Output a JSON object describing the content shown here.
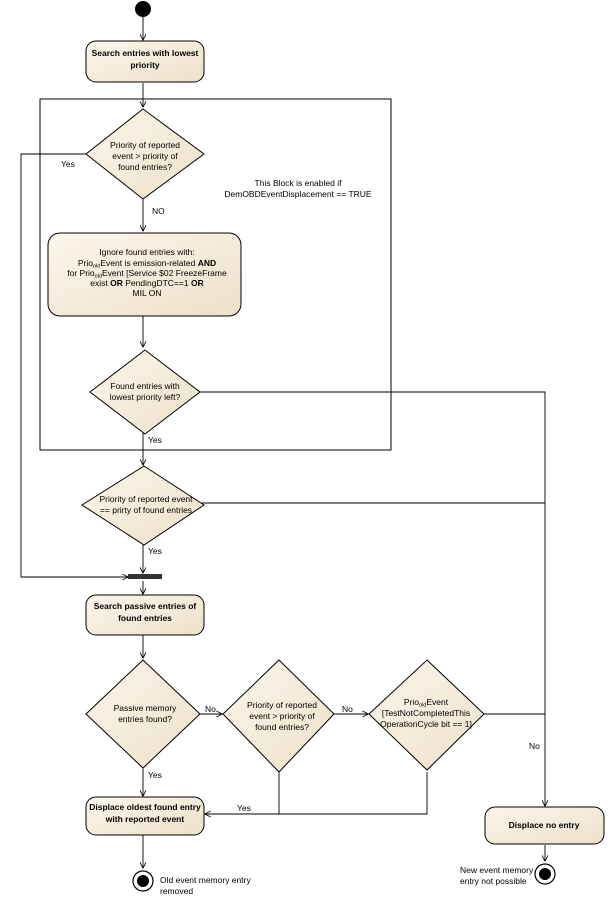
{
  "colors": {
    "node_fill_light": "#fbf6ec",
    "node_fill_dark": "#ede0c8",
    "stroke": "#000000",
    "bar": "#333333"
  },
  "nodes": {
    "search_lowest": [
      "Search entries with lowest",
      "priority"
    ],
    "dec_priority_gt": [
      "Priority of reported",
      "event > priority of",
      "found entries?"
    ],
    "block_note": [
      "This Block is enabled if",
      "DemOBDEventDisplacement == TRUE"
    ],
    "ignore_found": {
      "line1": "Ignore found entries with:",
      "line2_prefix": "Prio",
      "line2_sub": "old",
      "line2_rest": "Event is emission-related",
      "line2_bold": "AND",
      "line3_prefix": "for Prio",
      "line3_sub": "old",
      "line3_rest": "Event [Service $02 FreezeFrame",
      "line4_a": "exist",
      "line4_b": "OR",
      "line4_c": "PendingDTC==1",
      "line4_d": "OR",
      "line5": "MIL ON"
    },
    "dec_found_left": [
      "Found entries with",
      "lowest priority left?"
    ],
    "dec_priority_eq": [
      "Priority of reported event",
      "== prirty of found entries"
    ],
    "search_passive": [
      "Search passive entries of",
      "found entries"
    ],
    "dec_passive_found": [
      "Passive memory",
      "entries found?"
    ],
    "dec_priority_gt2": [
      "Priority of reported",
      "event > priority of",
      "found entries?"
    ],
    "dec_test_not_completed": {
      "line1_prefix": "Prio",
      "line1_sub": "old",
      "line1_rest": "Event",
      "line2": "[TestNotCompletedThis",
      "line3": "OperationCycle bit == 1]"
    },
    "displace_oldest": [
      "Displace oldest found entry",
      "with reported event"
    ],
    "displace_no": [
      "Displace no entry"
    ]
  },
  "edge_labels": {
    "yes_top_left": "Yes",
    "no_1": "NO",
    "yes_found_left": "Yes",
    "yes_priority_eq": "Yes",
    "no_passive": "No",
    "no_priority_gt2": "No",
    "yes_passive": "Yes",
    "yes_bottom": "Yes",
    "no_right": "No"
  },
  "finals": {
    "old_removed": [
      "Old event memory entry",
      "removed"
    ],
    "new_not_possible": [
      "New event memory",
      "entry not possible"
    ]
  }
}
